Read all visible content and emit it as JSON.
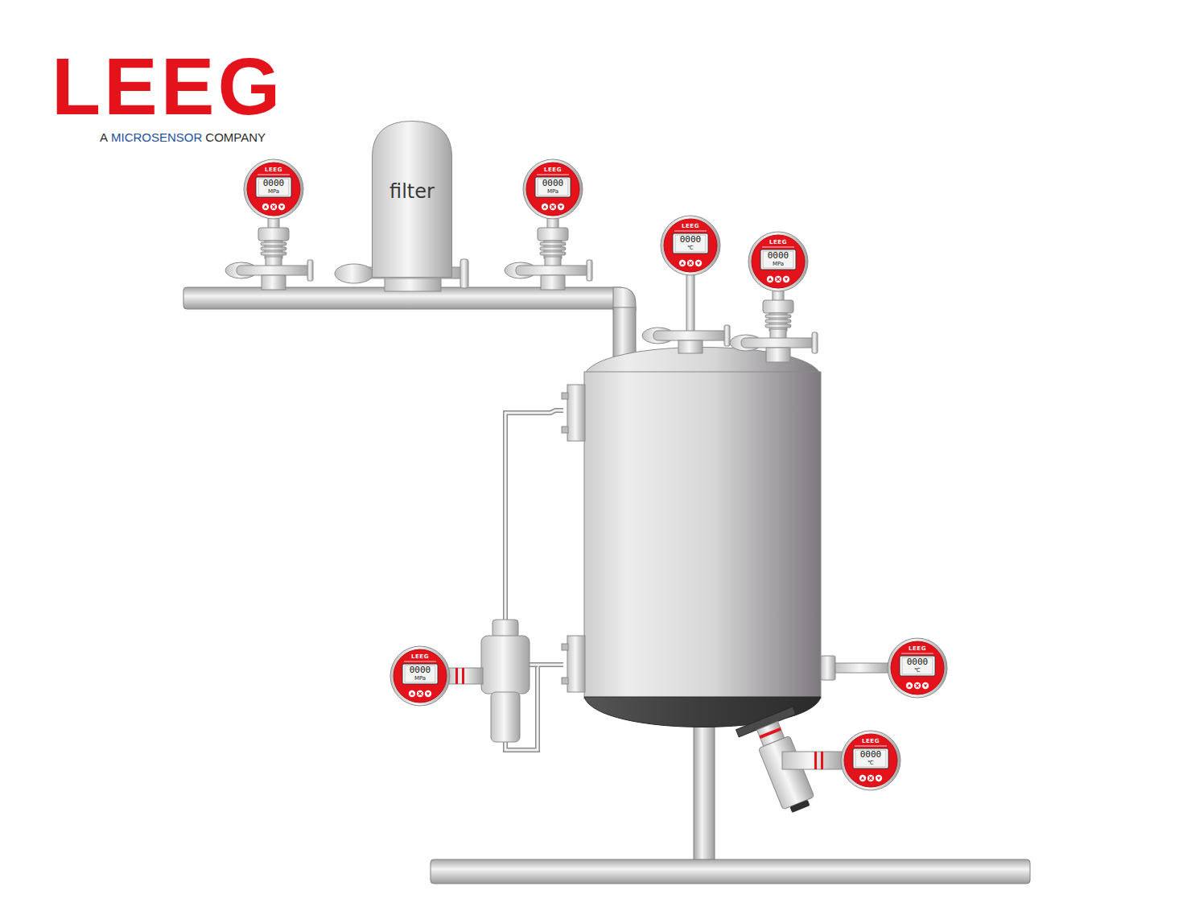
{
  "diagram": {
    "nodes": [
      {
        "text": [
          "LEEG",
          "0000",
          "MPa"
        ]
      },
      {
        "text": [
          "filter"
        ]
      },
      {
        "text": [
          "LEEG",
          "0000",
          "MPa"
        ]
      },
      {
        "text": [
          "LEEG",
          "0000",
          "℃"
        ]
      },
      {
        "text": [
          "LEEG",
          "0000",
          "MPa"
        ]
      },
      {
        "text": [
          "LEEG",
          "0000",
          "MPa"
        ]
      },
      {
        "text": [
          "LEEG",
          "0000",
          "℃"
        ]
      },
      {
        "text": [
          "LEEG",
          "0000",
          "℃"
        ]
      }
    ],
    "labels": [
      "LEEG",
      "A",
      "MICROSENSOR",
      "COMPANY"
    ]
  }
}
